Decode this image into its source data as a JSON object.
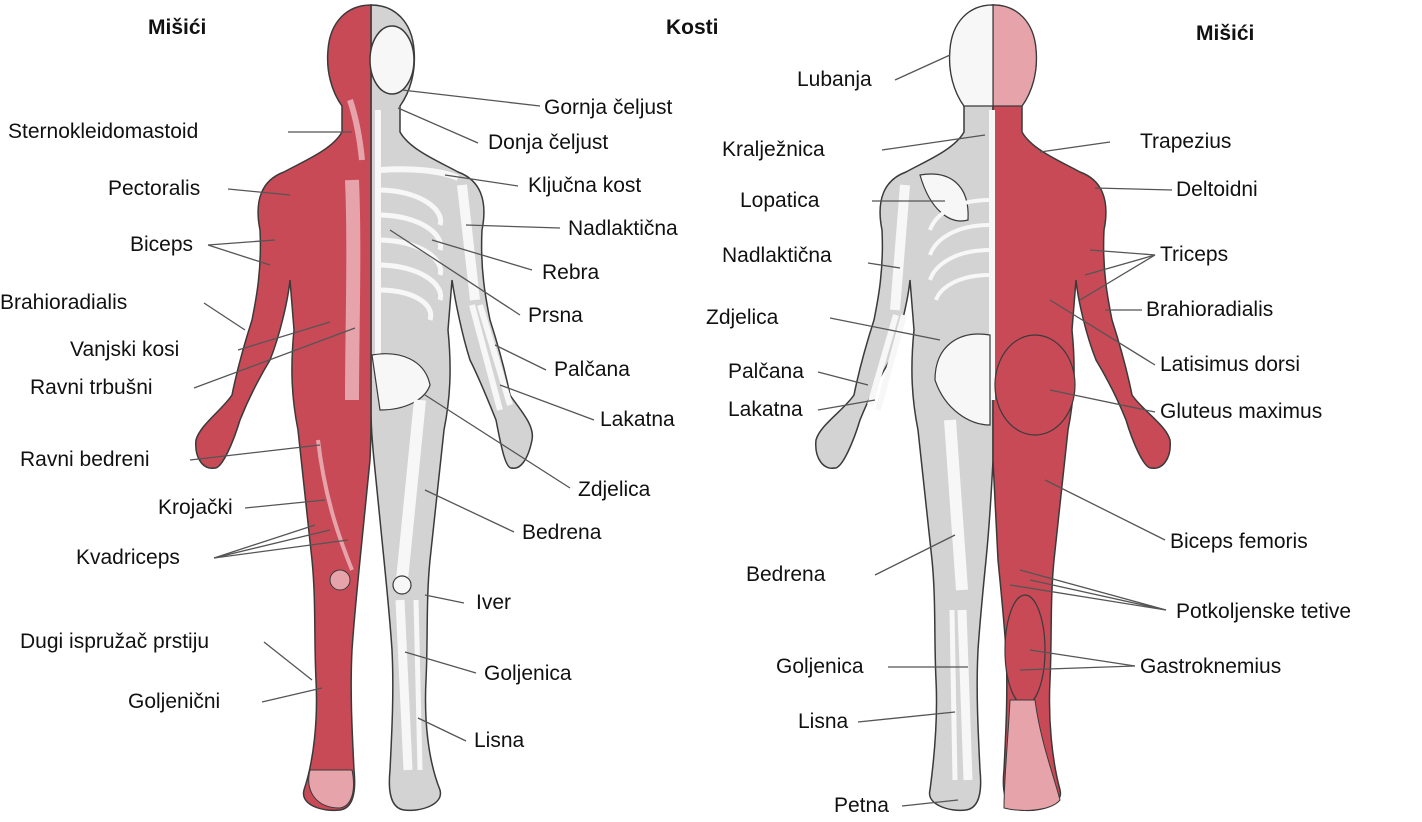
{
  "headers": {
    "front_muscles": "Mišići",
    "bones": "Kosti",
    "back_muscles": "Mišići"
  },
  "front_left_labels": [
    "Sternokleidomastoid",
    "Pectoralis",
    "Biceps",
    "Brahioradialis",
    "Vanjski kosi",
    "Ravni trbušni",
    "Ravni bedreni",
    "Krojački",
    "Kvadriceps",
    "Dugi ispružač prstiju",
    "Goljenični"
  ],
  "front_right_labels": [
    "Gornja čeljust",
    "Donja čeljust",
    "Ključna kost",
    "Nadlaktična",
    "Rebra",
    "Prsna",
    "Palčana",
    "Lakatna",
    "Zdjelica",
    "Bedrena",
    "Iver",
    "Goljenica",
    "Lisna"
  ],
  "back_left_labels": [
    "Lubanja",
    "Kralježnica",
    "Lopatica",
    "Nadlaktična",
    "Zdjelica",
    "Palčana",
    "Lakatna",
    "Bedrena",
    "Goljenica",
    "Lisna",
    "Petna"
  ],
  "back_right_labels": [
    "Trapezius",
    "Deltoidni",
    "Triceps",
    "Brahioradialis",
    "Latisimus dorsi",
    "Gluteus maximus",
    "Biceps femoris",
    "Potkoljenske tetive",
    "Gastroknemius"
  ],
  "colors": {
    "muscle": "#c84a57",
    "muscle_light": "#e7a3aa",
    "bone_body": "#d3d3d3",
    "bone": "#f7f7f7",
    "outline": "#3a3a3a",
    "leader": "#555555"
  }
}
